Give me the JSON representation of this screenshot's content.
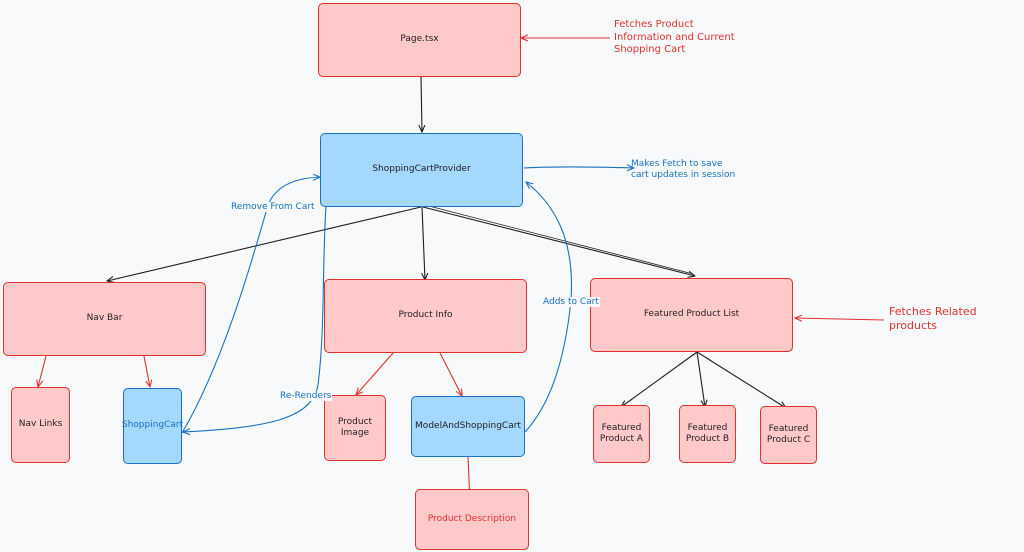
{
  "nodes": {
    "page_tsx": "Page.tsx",
    "shopping_cart_provider": "ShoppingCartProvider",
    "nav_bar": "Nav Bar",
    "product_info": "Product Info",
    "featured_product_list": "Featured Product List",
    "nav_links": "Nav Links",
    "shopping_cart": "ShoppingCart",
    "product_image": "Product\nImage",
    "model_and_shopping_cart": "ModelAndShoppingCart",
    "product_description": "Product Description",
    "featured_product_a": "Featured\nProduct A",
    "featured_product_b": "Featured\nProduct B",
    "featured_product_c": "Featured\nProduct C"
  },
  "annotations": {
    "fetches_product_info": "Fetches Product\nInformation and Current\nShopping Cart",
    "makes_fetch": "Makes Fetch to save\ncart updates in session",
    "fetches_related": "Fetches Related\nproducts"
  },
  "edge_labels": {
    "remove_from_cart": "Remove From Cart",
    "re_renders": "Re-Renders",
    "adds_to_cart": "Adds to Cart"
  },
  "colors": {
    "pink_fill": "#ffc9c9",
    "red_stroke": "#e03131",
    "blue_fill": "#a5d8ff",
    "blue_stroke": "#1971c2",
    "black_stroke": "#1e1e1e",
    "background": "#f8f9fa"
  }
}
